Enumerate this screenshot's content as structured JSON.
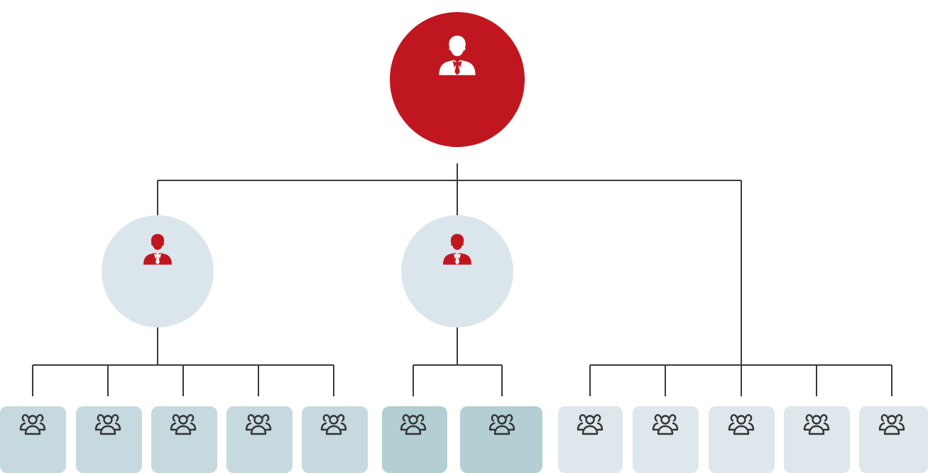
{
  "colors": {
    "accent": "#c0161f",
    "line": "#3a3a3a",
    "manager_circle": "#dbe6ec",
    "team_box_light": "#dde7ec",
    "team_box_mid": "#c5d9df",
    "team_box_dark": "#b3cfd4",
    "group_icon": "#333333",
    "ceo_icon": "#ffffff"
  },
  "root": {
    "icon": "businessman-icon",
    "fill": "#c0161f"
  },
  "managers": [
    {
      "icon": "businessman-icon",
      "fill": "#dbe6ec",
      "icon_color": "#c0161f"
    },
    {
      "icon": "businessman-icon",
      "fill": "#dbe6ec",
      "icon_color": "#c0161f"
    }
  ],
  "teams": [
    {
      "group": 1,
      "icon": "group-icon",
      "fill": "#c5d9df"
    },
    {
      "group": 1,
      "icon": "group-icon",
      "fill": "#c5d9df"
    },
    {
      "group": 1,
      "icon": "group-icon",
      "fill": "#c5d9df"
    },
    {
      "group": 1,
      "icon": "group-icon",
      "fill": "#c5d9df"
    },
    {
      "group": 1,
      "icon": "group-icon",
      "fill": "#c5d9df"
    },
    {
      "group": 2,
      "icon": "group-icon",
      "fill": "#b3cfd4"
    },
    {
      "group": 2,
      "icon": "group-icon",
      "fill": "#b3cfd4"
    },
    {
      "group": 3,
      "icon": "group-icon",
      "fill": "#dde7ec"
    },
    {
      "group": 3,
      "icon": "group-icon",
      "fill": "#dde7ec"
    },
    {
      "group": 3,
      "icon": "group-icon",
      "fill": "#dde7ec"
    },
    {
      "group": 3,
      "icon": "group-icon",
      "fill": "#dde7ec"
    },
    {
      "group": 3,
      "icon": "group-icon",
      "fill": "#dde7ec"
    }
  ]
}
